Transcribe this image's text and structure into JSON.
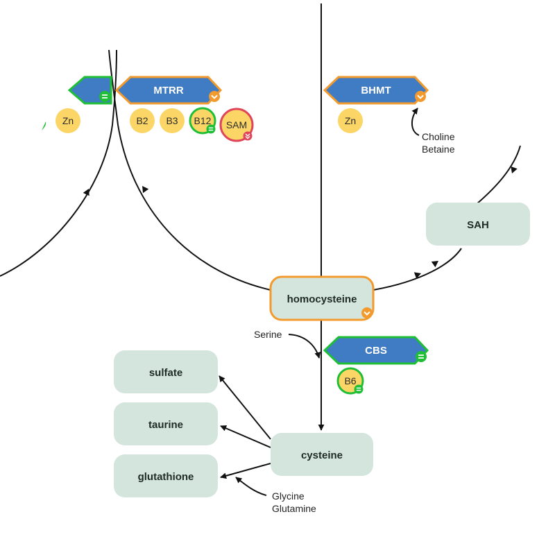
{
  "colors": {
    "node_fill": "#d3e5dd",
    "enzyme_fill": "#3f7cc4",
    "cofactor_fill": "#fbd667",
    "orange": "#f29a2e",
    "green": "#1fbf35",
    "red": "#e0465a",
    "line": "#111111"
  },
  "nodes": {
    "homocysteine": "homocysteine",
    "sah": "SAH",
    "cysteine": "cysteine",
    "sulfate": "sulfate",
    "taurine": "taurine",
    "glutathione": "glutathione"
  },
  "enzymes": {
    "mtr_partial": "",
    "mtrr": "MTRR",
    "bhmt": "BHMT",
    "cbs": "CBS"
  },
  "cofactors": {
    "zn_left": "Zn",
    "b2": "B2",
    "b3": "B3",
    "b12": "B12",
    "sam": "SAM",
    "zn_bhmt": "Zn",
    "b6": "B6"
  },
  "annotations": {
    "choline": "Choline",
    "betaine": "Betaine",
    "serine": "Serine",
    "glycine": "Glycine",
    "glutamine": "Glutamine"
  },
  "status_icons": {
    "orange_chevron": "chevron-down-icon",
    "green_equal": "equal-icon",
    "red_double_chevron": "double-chevron-down-icon"
  }
}
